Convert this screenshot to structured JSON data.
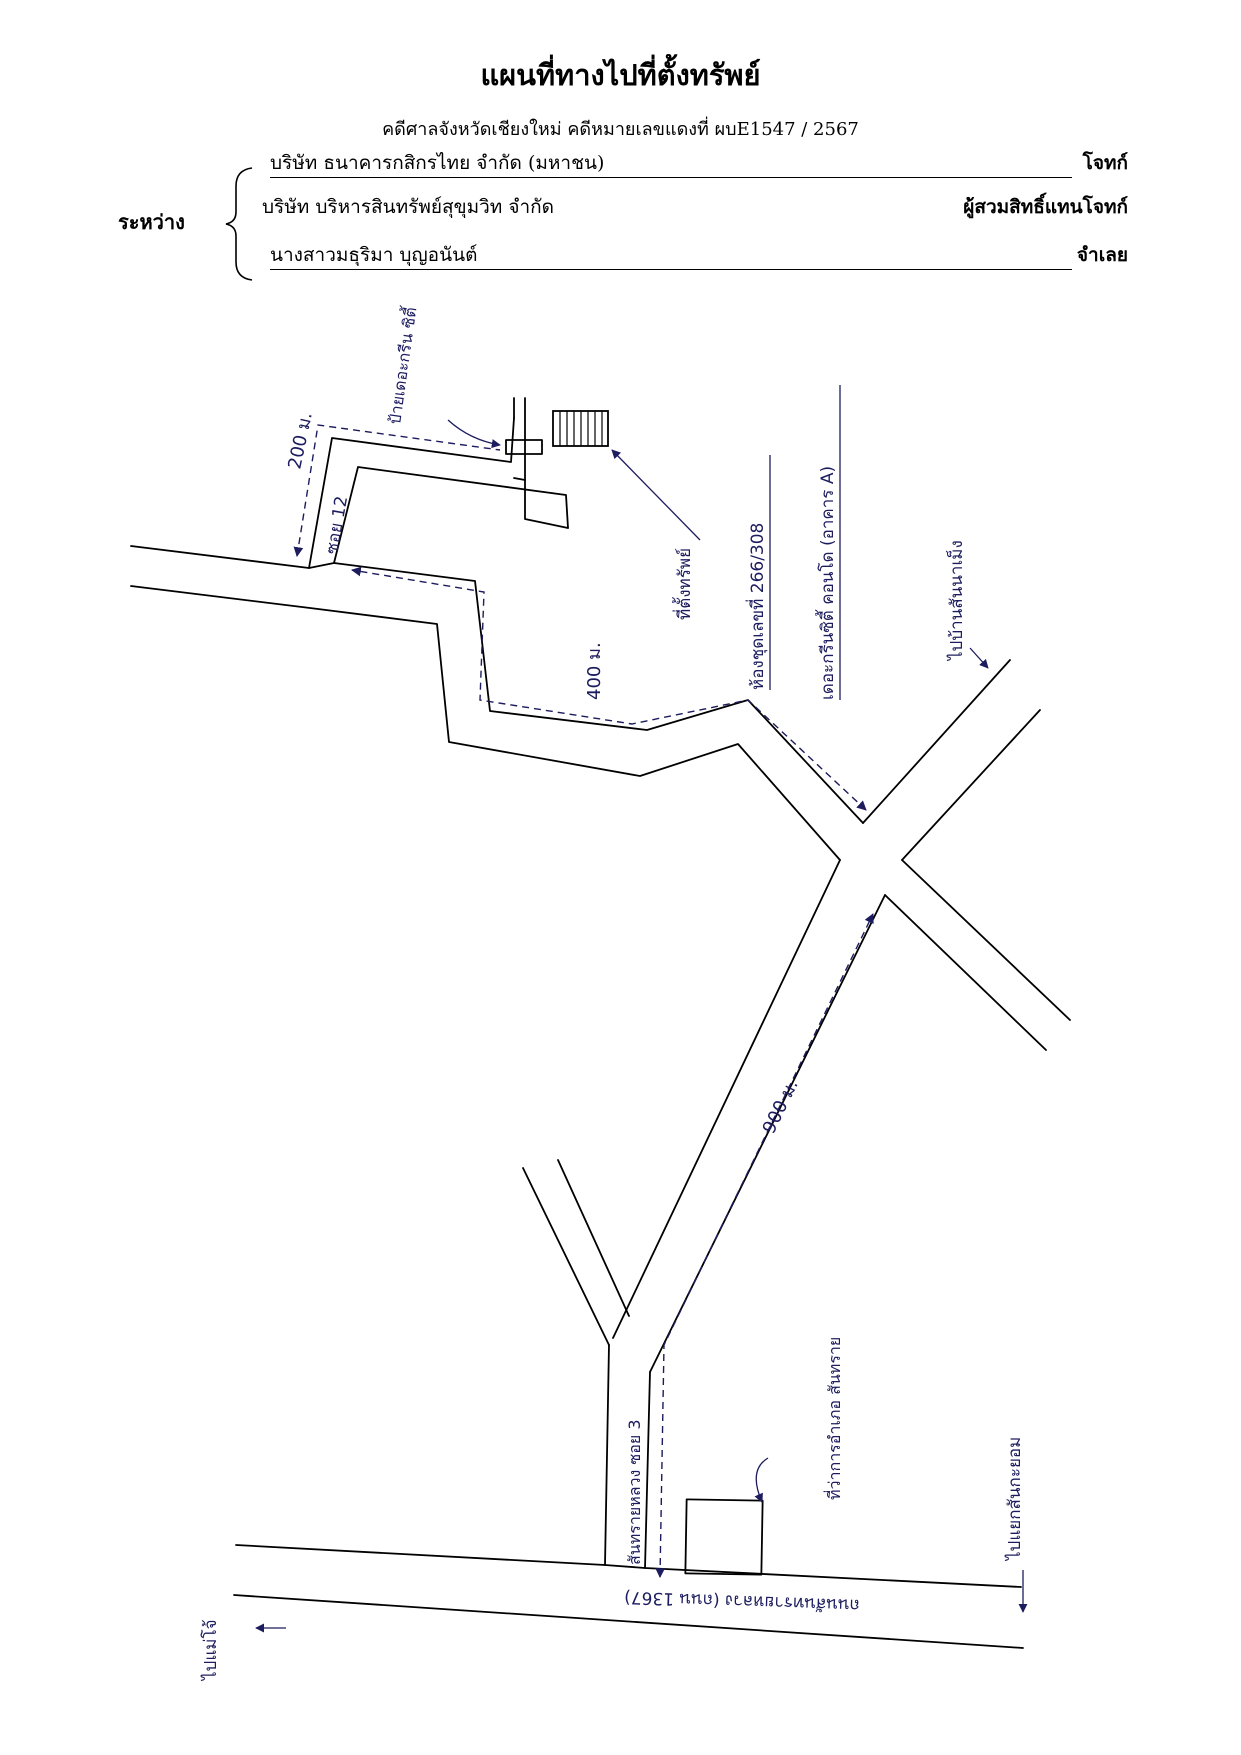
{
  "header": {
    "title": "แผนที่ทางไปที่ตั้งทรัพย์",
    "subtitle": "คดีศาลจังหวัดเชียงใหม่   คดีหมายเลขแดงที่ ผบE1547 / 2567",
    "between_label": "ระหว่าง"
  },
  "parties": [
    {
      "name": "บริษัท ธนาคารกสิกรไทย จำกัด (มหาชน)",
      "role": "โจทก์",
      "underline": true
    },
    {
      "name": "บริษัท บริหารสินทรัพย์สุขุมวิท จำกัด",
      "role": "ผู้สวมสิทธิ์แทนโจทก์",
      "underline": false
    },
    {
      "name": "นางสาวมธุริมา  บุญอนันต์",
      "role": "จำเลย",
      "underline": true
    }
  ],
  "map": {
    "road_main": "ถนนสันทรายหลวง (ถนน 1367)",
    "road_soi3": "สันทรายหลวง ซอย 3",
    "soi_12": "ซอย 12",
    "distance_200": "200 ม.",
    "distance_400": "400 ม.",
    "distance_900": "900 ม.",
    "property_label": "ที่ตั้งทรัพย์",
    "unit_label": "ห้องชุดเลขที่ 266/308",
    "building_label": "เดอะกรีนซิตี้ คอนโด (อาคาร A)",
    "project_entrance": "ป้ายเดอะกรีน ซิตี้",
    "district_office": "ที่ว่าการอำเภอ สันทราย",
    "to_mae_jo": "ไปแม่โจ้",
    "to_san_kamphaeng": "ไปแยกสันกะยอม",
    "to_ban_san_na_meng": "ไปบ้านสันนาเม็ง"
  }
}
